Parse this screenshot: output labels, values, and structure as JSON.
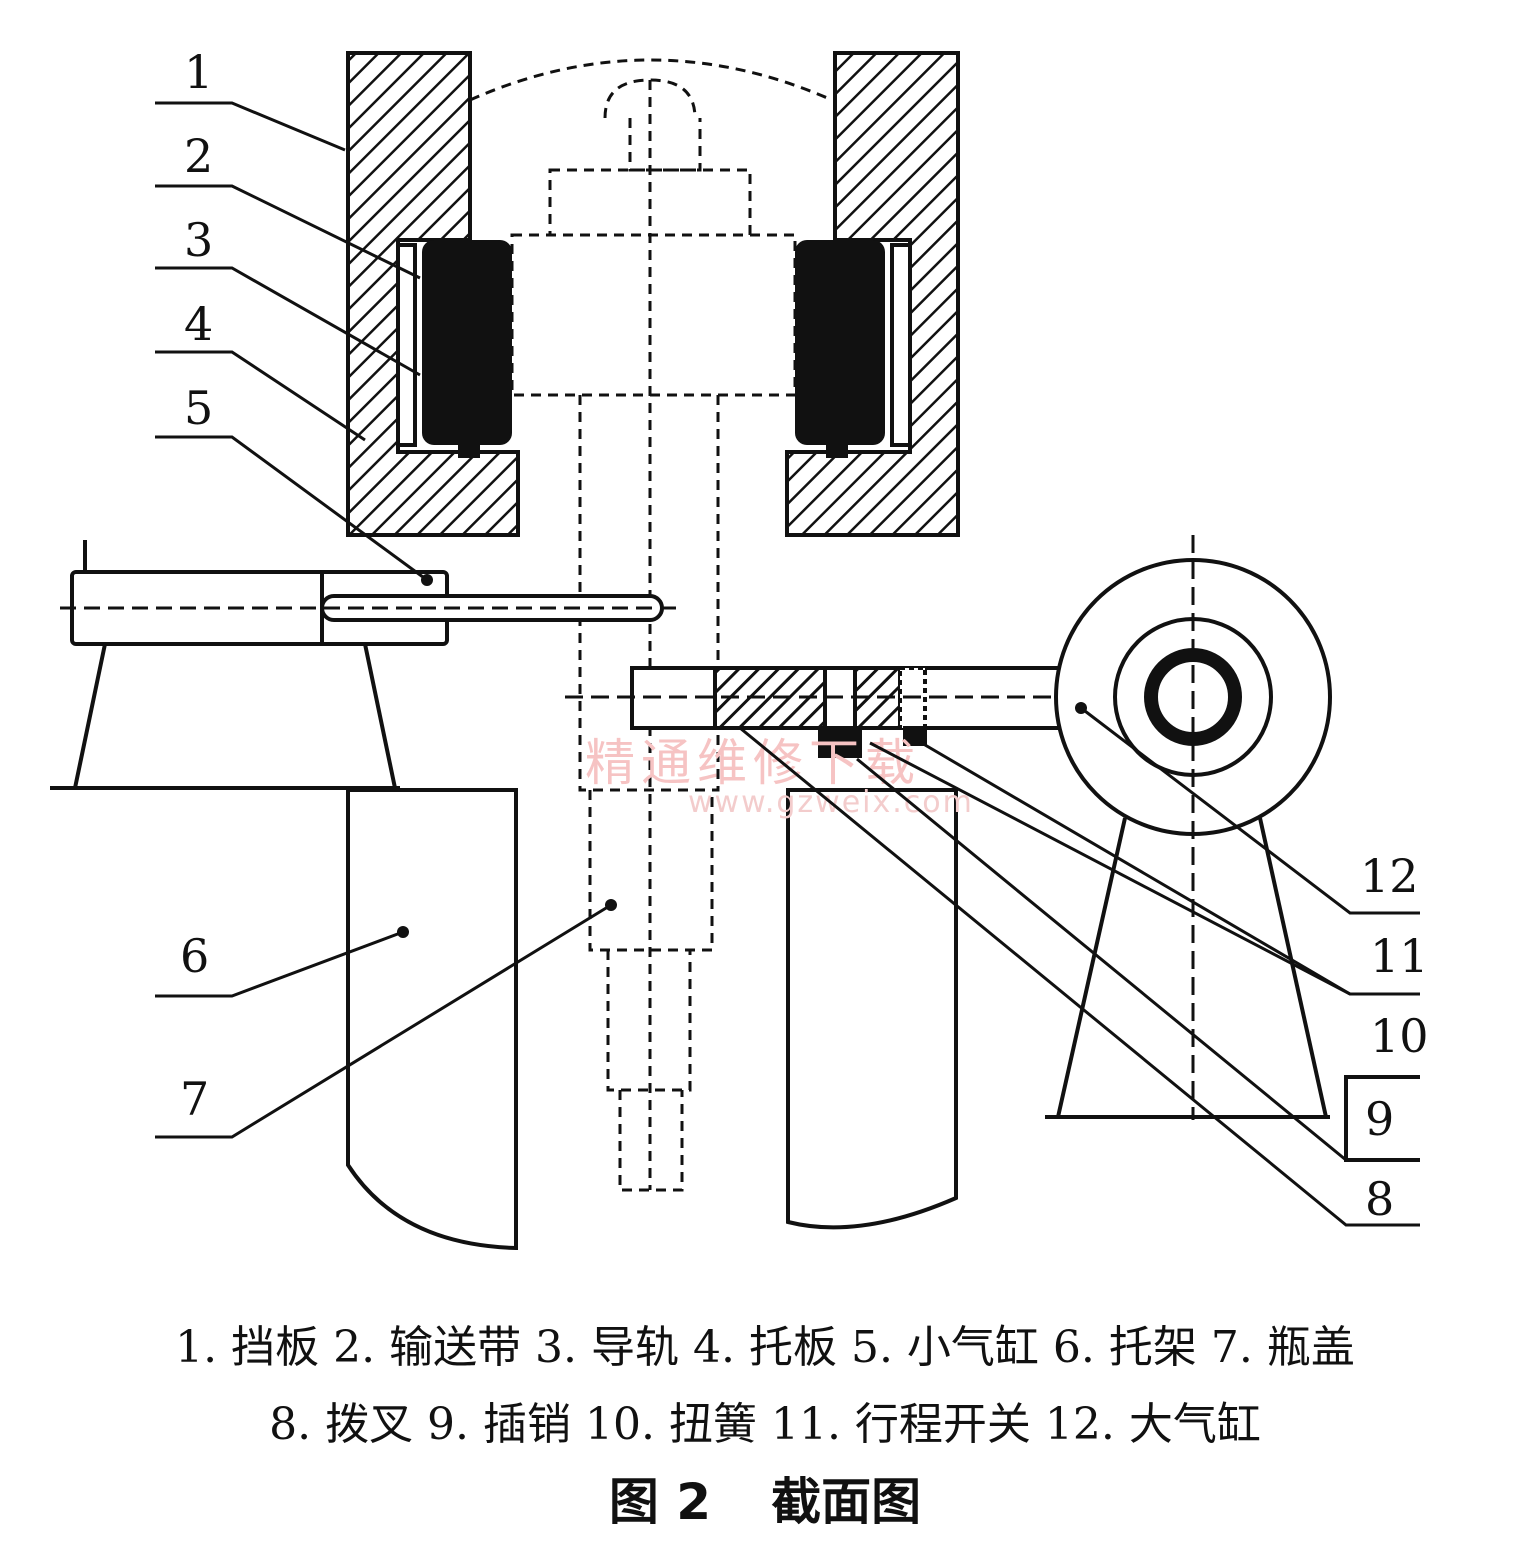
{
  "callouts": [
    "1",
    "2",
    "3",
    "4",
    "5",
    "6",
    "7",
    "12",
    "11",
    "10",
    "9",
    "8"
  ],
  "legend": {
    "line1": "1. 挡板 2. 输送带 3. 导轨 4. 托板 5. 小气缸 6. 托架 7. 瓶盖",
    "line2": "8. 拨叉 9. 插销 10. 扭簧 11. 行程开关 12. 大气缸"
  },
  "caption": {
    "figure_no": "图 2",
    "title": "截面图"
  },
  "watermark": {
    "text_cn": "精通维修下载",
    "text_url": "www.gzweix.com"
  },
  "colors": {
    "ink": "#111111",
    "watermark": "#f6c3c3"
  }
}
